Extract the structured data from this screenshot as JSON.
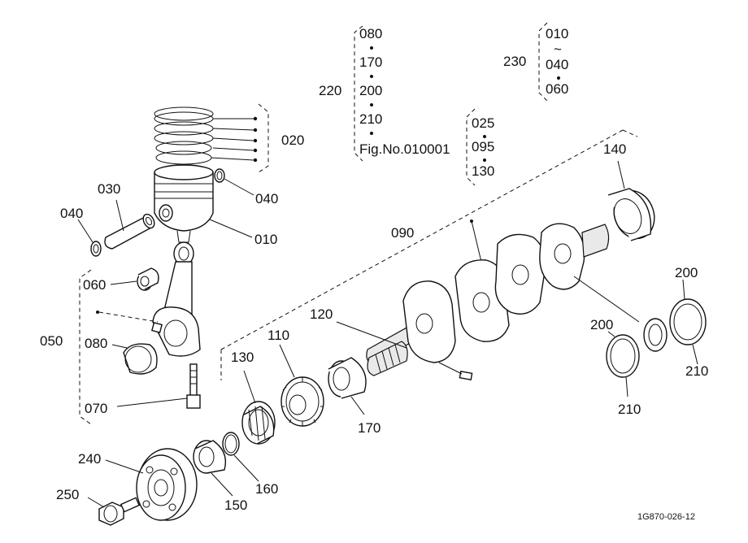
{
  "figure_ref": "1G870-026-12",
  "group_220": {
    "label": "220",
    "items": [
      "080",
      "170",
      "200",
      "210",
      "Fig.No.010001"
    ]
  },
  "group_230": {
    "label": "230",
    "items": [
      "010",
      "~",
      "040",
      "060"
    ]
  },
  "group_sub": {
    "items": [
      "025",
      "095",
      "130"
    ]
  },
  "group_050": {
    "label": "050"
  },
  "callouts": {
    "p010": "010",
    "p020": "020",
    "p030": "030",
    "p040a": "040",
    "p040b": "040",
    "p060": "060",
    "p070": "070",
    "p080": "080",
    "p090": "090",
    "p110": "110",
    "p120": "120",
    "p130": "130",
    "p140": "140",
    "p150": "150",
    "p160": "160",
    "p170": "170",
    "p200a": "200",
    "p200b": "200",
    "p210a": "210",
    "p210b": "210",
    "p240": "240",
    "p250": "250"
  }
}
